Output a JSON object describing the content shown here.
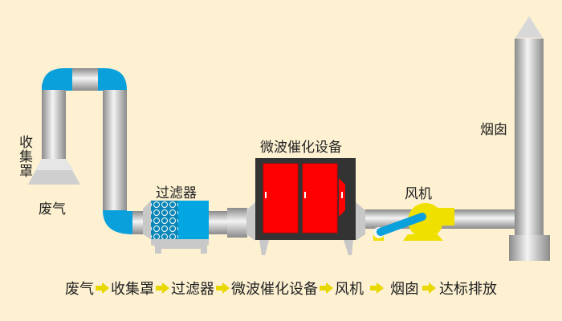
{
  "labels": {
    "hood": "收集罩",
    "exhaust": "废气",
    "filter": "过滤器",
    "catalytic": "微波催化设备",
    "fan": "风机",
    "chimney": "烟囱"
  },
  "flow": [
    "废气",
    "收集罩",
    "过滤器",
    "微波催化设备",
    "风机",
    "烟囱",
    "达标排放"
  ],
  "colors": {
    "background": "#fdf1d2",
    "elbow": "#0aa0dc",
    "door": "#ff0000",
    "fan": "#f0e000",
    "arrow": "#e8d800"
  }
}
